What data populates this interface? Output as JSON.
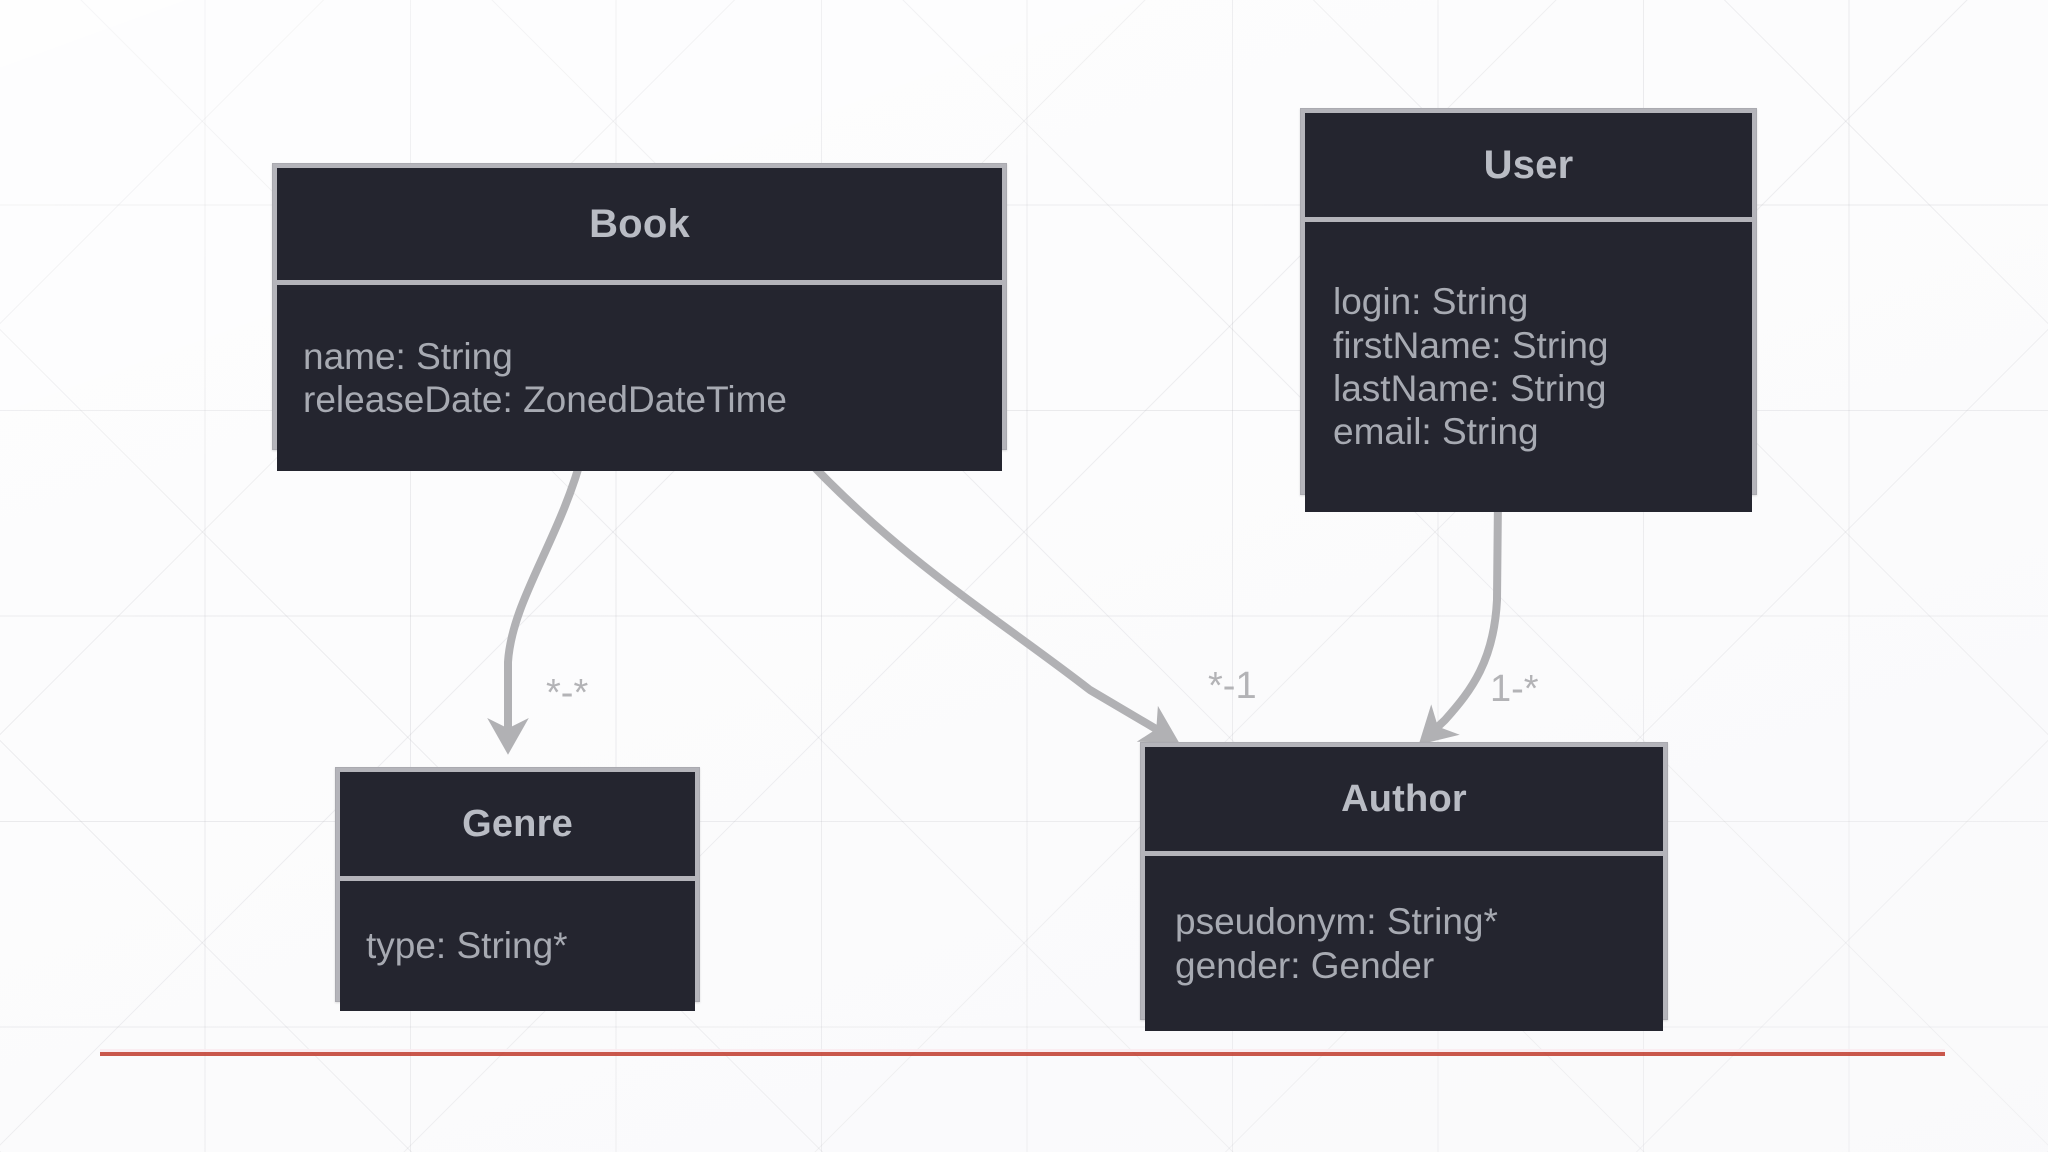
{
  "diagram": {
    "type": "uml-class-diagram",
    "background": {
      "grid": "square-with-diagonals",
      "grid_color": "#8c8c96",
      "page_color": "#fcfcfd"
    },
    "palette": {
      "box_fill": "#24252f",
      "box_border": "#b4b4ba",
      "text": "#a7aab2",
      "header_text": "#b9bcc4",
      "connector": "#b1b1b4",
      "rule_red": "#c0392b"
    },
    "classes": [
      {
        "id": "book",
        "name": "Book",
        "attributes": [
          "name: String",
          "releaseDate: ZonedDateTime"
        ]
      },
      {
        "id": "user",
        "name": "User",
        "attributes": [
          "login: String",
          "firstName: String",
          "lastName: String",
          "email: String"
        ]
      },
      {
        "id": "genre",
        "name": "Genre",
        "attributes": [
          "type: String*"
        ]
      },
      {
        "id": "author",
        "name": "Author",
        "attributes": [
          "pseudonym: String*",
          "gender: Gender"
        ]
      }
    ],
    "relations": [
      {
        "id": "book-genre",
        "from": "Book",
        "to": "Genre",
        "label": "*-*"
      },
      {
        "id": "book-author",
        "from": "Book",
        "to": "Author",
        "label": "*-1"
      },
      {
        "id": "user-author",
        "from": "User",
        "to": "Author",
        "label": "1-*"
      }
    ],
    "annotations": [
      {
        "id": "bottom-rule",
        "kind": "horizontal-line",
        "color": "#c0392b"
      }
    ]
  }
}
